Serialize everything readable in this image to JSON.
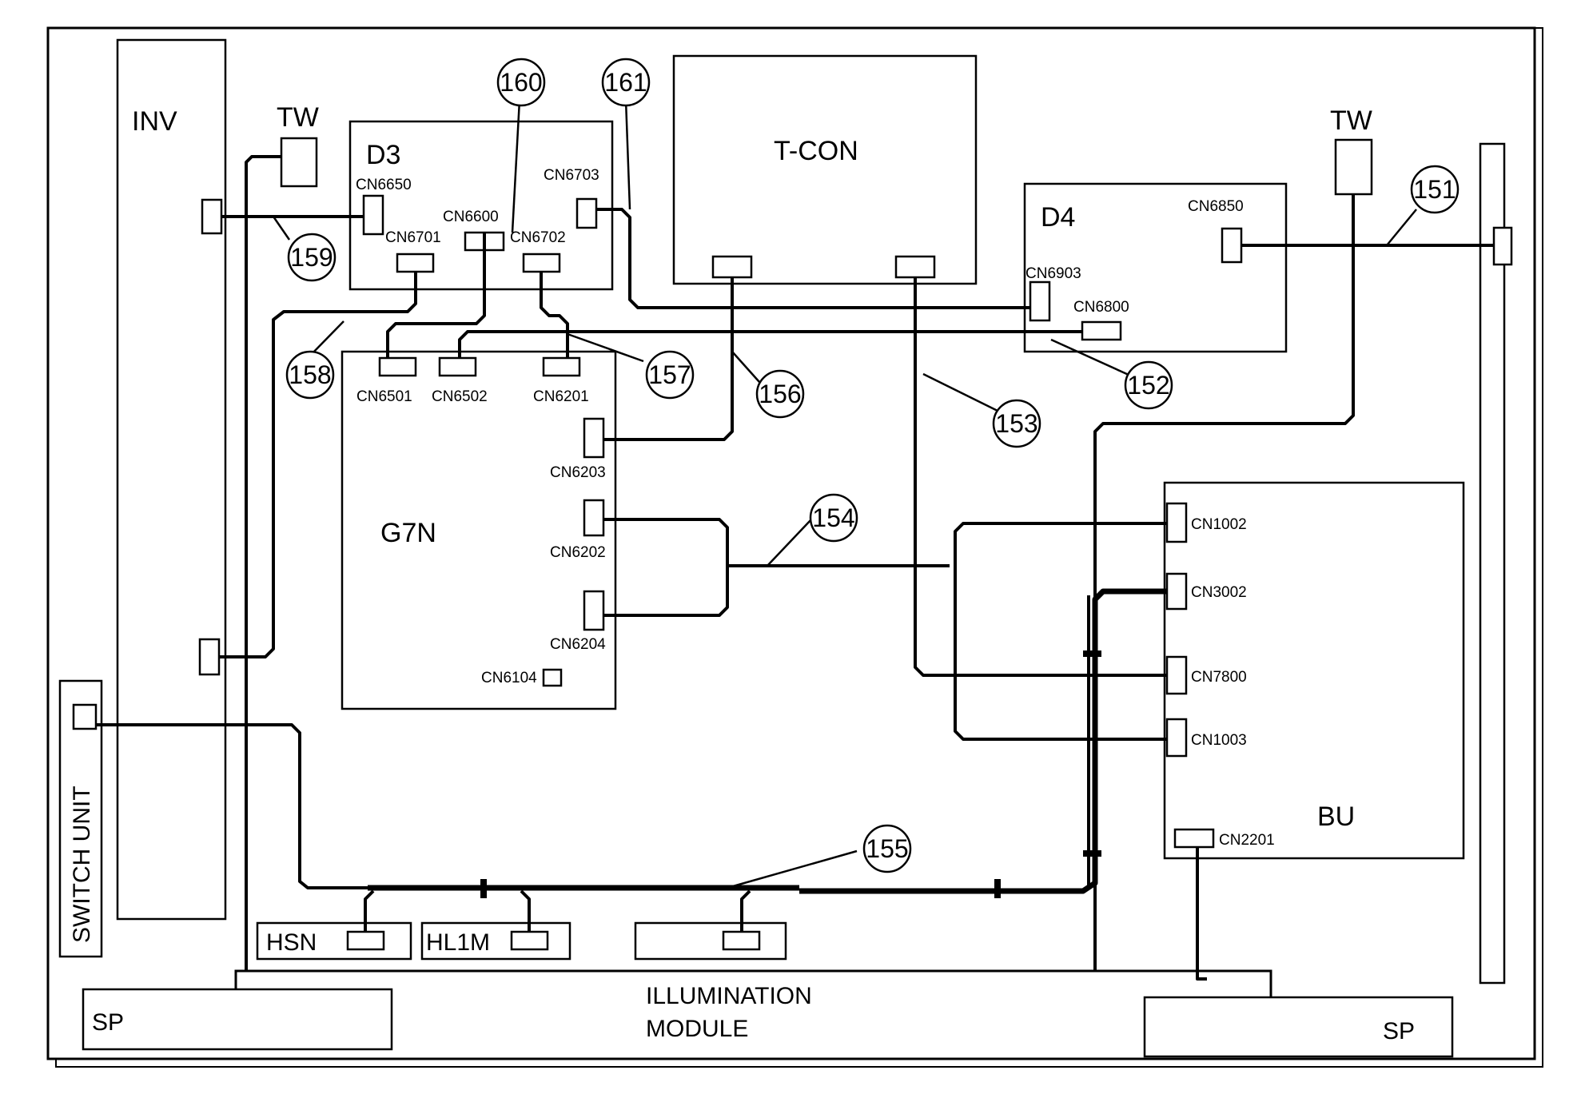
{
  "boards": {
    "inv": "INV",
    "tw_left": "TW",
    "tw_right": "TW",
    "d3": "D3",
    "tcon": "T-CON",
    "d4": "D4",
    "g7n": "G7N",
    "bu": "BU",
    "switch_unit": "SWITCH UNIT",
    "hsn": "HSN",
    "hl1m": "HL1M",
    "illumination_line1": "ILLUMINATION",
    "illumination_line2": "MODULE",
    "sp_left": "SP",
    "sp_right": "SP"
  },
  "connectors": {
    "cn6650": "CN6650",
    "cn6701": "CN6701",
    "cn6600": "CN6600",
    "cn6702": "CN6702",
    "cn6703": "CN6703",
    "cn6850": "CN6850",
    "cn6903": "CN6903",
    "cn6800": "CN6800",
    "cn6501": "CN6501",
    "cn6502": "CN6502",
    "cn6201": "CN6201",
    "cn6203": "CN6203",
    "cn6202": "CN6202",
    "cn6204": "CN6204",
    "cn6104": "CN6104",
    "cn1002": "CN1002",
    "cn3002": "CN3002",
    "cn7800": "CN7800",
    "cn1003": "CN1003",
    "cn2201": "CN2201"
  },
  "callouts": [
    "151",
    "152",
    "153",
    "154",
    "155",
    "156",
    "157",
    "158",
    "159",
    "160",
    "161"
  ]
}
